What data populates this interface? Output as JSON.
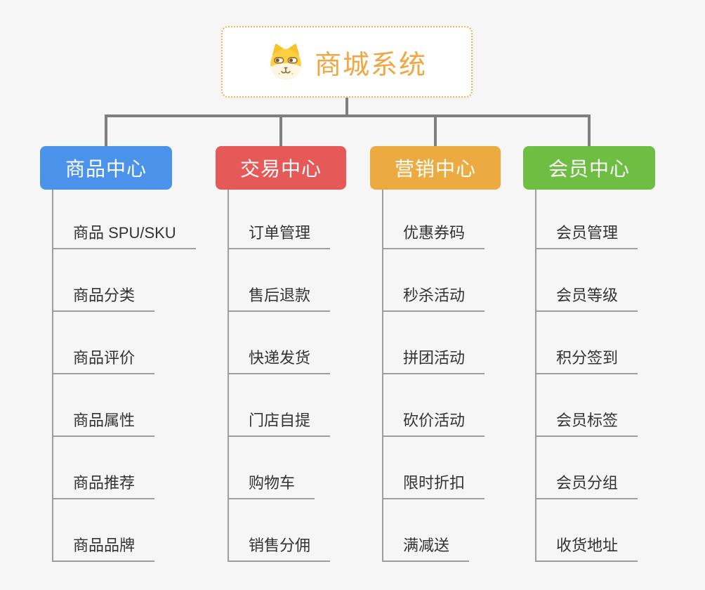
{
  "page": {
    "background": "#f6f6f6"
  },
  "root": {
    "title": "商城系统",
    "icon": "dog-face-icon",
    "title_color": "#f0a742",
    "border_color": "#f2b357"
  },
  "tree": {
    "connector_color": "#7f7f7f",
    "node_line_color": "#9e9e9e",
    "text_color": "#333333"
  },
  "branches": [
    {
      "label": "商品中心",
      "color": "#4b93ea",
      "items": [
        "商品 SPU/SKU",
        "商品分类",
        "商品评价",
        "商品属性",
        "商品推荐",
        "商品品牌"
      ]
    },
    {
      "label": "交易中心",
      "color": "#e65959",
      "items": [
        "订单管理",
        "售后退款",
        "快递发货",
        "门店自提",
        "购物车",
        "销售分佣"
      ]
    },
    {
      "label": "营销中心",
      "color": "#ebab40",
      "items": [
        "优惠券码",
        "秒杀活动",
        "拼团活动",
        "砍价活动",
        "限时折扣",
        "满减送"
      ]
    },
    {
      "label": "会员中心",
      "color": "#6ebe43",
      "items": [
        "会员管理",
        "会员等级",
        "积分签到",
        "会员标签",
        "会员分组",
        "收货地址"
      ]
    }
  ]
}
